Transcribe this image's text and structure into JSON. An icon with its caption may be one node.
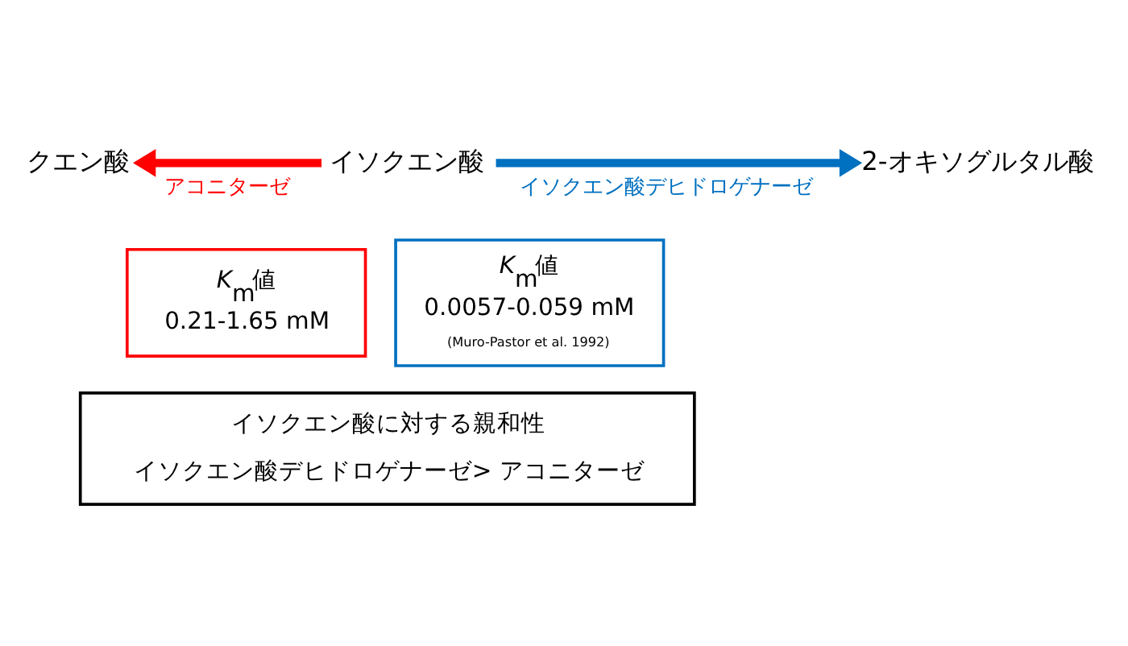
{
  "diagram": {
    "nodes": [
      {
        "text": [
          "クエン酸"
        ]
      },
      {
        "text": [
          "イソクエン酸"
        ]
      },
      {
        "text": [
          "2-オキソグルタル酸"
        ]
      },
      {
        "text": [
          "*K*$_{m}$値",
          "0.21-1.65 mM"
        ]
      },
      {
        "text": [
          "*K*$_{m}$値",
          "0.0057-0.059 mM",
          "(Muro-Pastor et al. 1992)"
        ]
      },
      {
        "text": [
          "イソクエン酸に対する親和性",
          "イソクエン酸デヒドロゲナーゼ> アコニターゼ"
        ]
      }
    ],
    "edges": [
      {
        "from": 1,
        "to": 0,
        "arrow": "to",
        "label": "アコニターゼ",
        "color": "#ff0000"
      },
      {
        "from": 1,
        "to": 2,
        "arrow": "to",
        "label": "イソクエン酸デヒドロゲナーゼ",
        "color": "#0070c0"
      }
    ]
  }
}
